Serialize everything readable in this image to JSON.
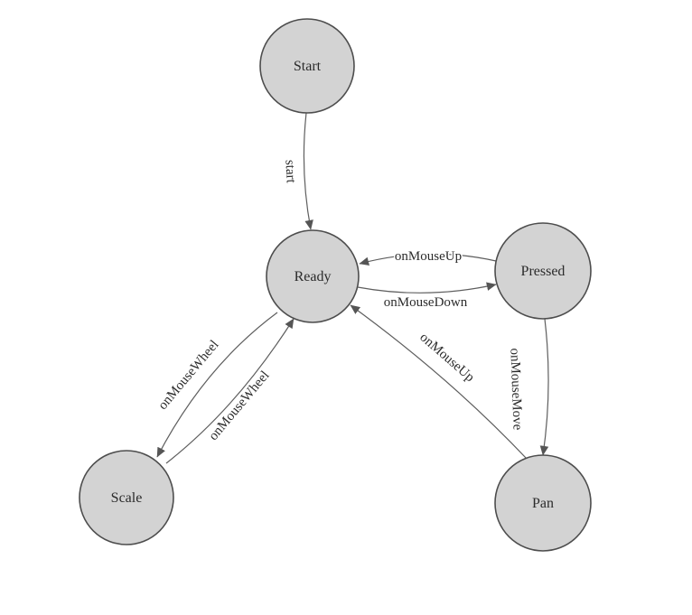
{
  "diagram": {
    "type": "finite-state-machine",
    "colors": {
      "background": "#ffffff",
      "node_fill": "#d3d3d3",
      "node_stroke": "#4d4d4d",
      "edge_color": "#5e5e5e",
      "label_color": "#2b2b2b"
    },
    "nodes": [
      {
        "id": "start",
        "label": "Start"
      },
      {
        "id": "ready",
        "label": "Ready"
      },
      {
        "id": "pressed",
        "label": "Pressed"
      },
      {
        "id": "scale",
        "label": "Scale"
      },
      {
        "id": "pan",
        "label": "Pan"
      }
    ],
    "edges": [
      {
        "from": "start",
        "to": "ready",
        "label": "start"
      },
      {
        "from": "pressed",
        "to": "ready",
        "label": "onMouseUp"
      },
      {
        "from": "ready",
        "to": "pressed",
        "label": "onMouseDown"
      },
      {
        "from": "ready",
        "to": "scale",
        "label": "onMouseWheel"
      },
      {
        "from": "scale",
        "to": "ready",
        "label": "onMouseWheel"
      },
      {
        "from": "pan",
        "to": "ready",
        "label": "onMouseUp"
      },
      {
        "from": "pressed",
        "to": "pan",
        "label": "onMouseMove"
      }
    ]
  }
}
